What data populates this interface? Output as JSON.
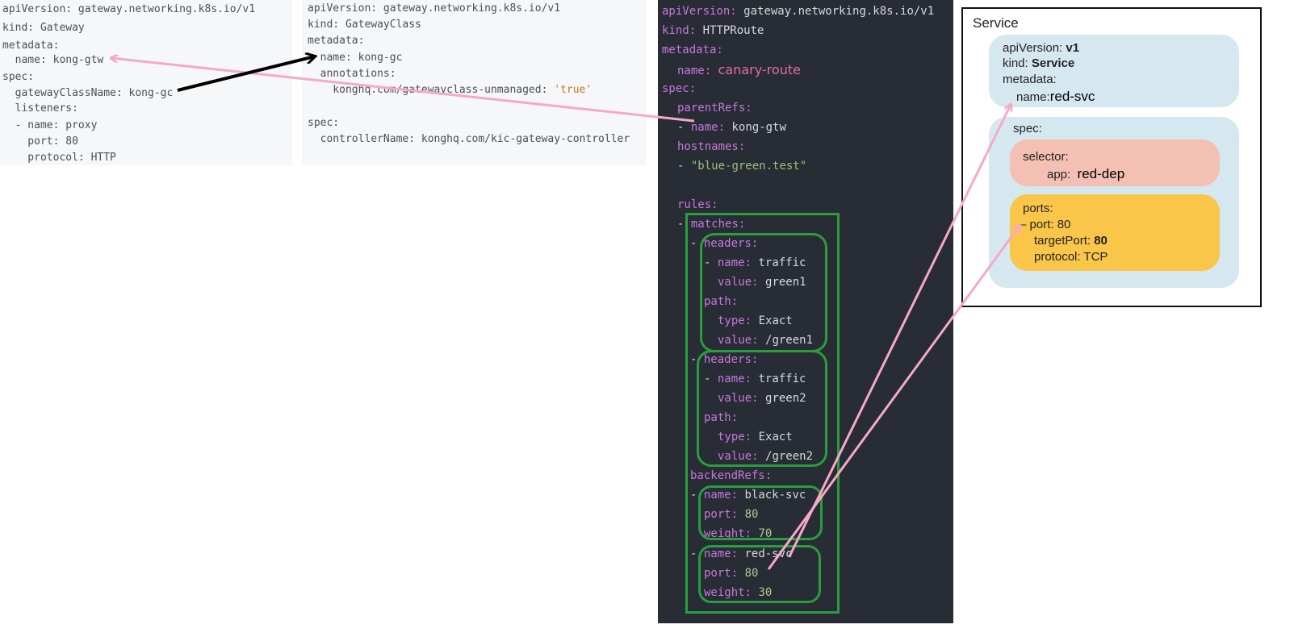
{
  "gateway": {
    "lines": [
      "apiVersion: gateway.networking.k8s.io/v1",
      "kind: Gateway",
      "metadata:",
      "  name: kong-gtw",
      "spec:",
      "  gatewayClassName: kong-gc",
      "  listeners:",
      "  - name: proxy",
      "    port: 80",
      "    protocol: HTTP"
    ]
  },
  "gatewayclass": {
    "lines": [
      "apiVersion: gateway.networking.k8s.io/v1",
      "kind: GatewayClass",
      "metadata:",
      "  name: kong-gc",
      "  annotations:",
      "    konghq.com/gatewayclass-unmanaged: ",
      "",
      "spec:",
      "  controllerName: konghq.com/kic-gateway-controller"
    ],
    "unmanaged_value": "'true'"
  },
  "httproute": {
    "apiVersion_key": "apiVersion:",
    "apiVersion_val": "gateway.networking.k8s.io/v1",
    "kind_key": "kind:",
    "kind_val": "HTTPRoute",
    "metadata_key": "metadata:",
    "name_key": "name:",
    "name_val": "canary-route",
    "spec_key": "spec:",
    "parentRefs_key": "parentRefs:",
    "parent_name_key": "name:",
    "parent_name_val": "kong-gtw",
    "hostnames_key": "hostnames:",
    "hostname_val": "\"blue-green.test\"",
    "rules_key": "rules:",
    "matches_key": "matches:",
    "headers_key": "headers:",
    "hname_key": "name:",
    "hname_val": "traffic",
    "value_key": "value:",
    "value1": "green1",
    "value2": "green2",
    "path_key": "path:",
    "type_key": "type:",
    "type_val": "Exact",
    "path_value1": "/green1",
    "path_value2": "/green2",
    "backendRefs_key": "backendRefs:",
    "b_name_key": "name:",
    "b1_name": "black-svc",
    "port_key": "port:",
    "port_val": "80",
    "weight_key": "weight:",
    "b1_weight": "70",
    "b2_name": "red-svc",
    "b2_weight": "30",
    "dash": "-"
  },
  "service": {
    "title": "Service",
    "apiVersion_key": "apiVersion: ",
    "apiVersion_val": "v1",
    "kind_key": "kind: ",
    "kind_val": "Service",
    "metadata_key": "metadata:",
    "name_key": "name:",
    "name_val": "red-svc",
    "spec_key": "spec:",
    "selector_key": "selector:",
    "app_key": "app: ",
    "app_val": "red-dep",
    "ports_key": "ports:",
    "port_line": "– port: 80",
    "targetPort_key": "targetPort: ",
    "targetPort_val": "80",
    "protocol_line": "protocol: TCP"
  },
  "colors": {
    "pink_arrow": "#f7a8c8",
    "black_arrow": "#000000",
    "green_box": "#2a9d3f",
    "svc_blue": "#d5e8f0",
    "svc_salmon": "#f4c0b4",
    "svc_yellow": "#f9c64a"
  }
}
